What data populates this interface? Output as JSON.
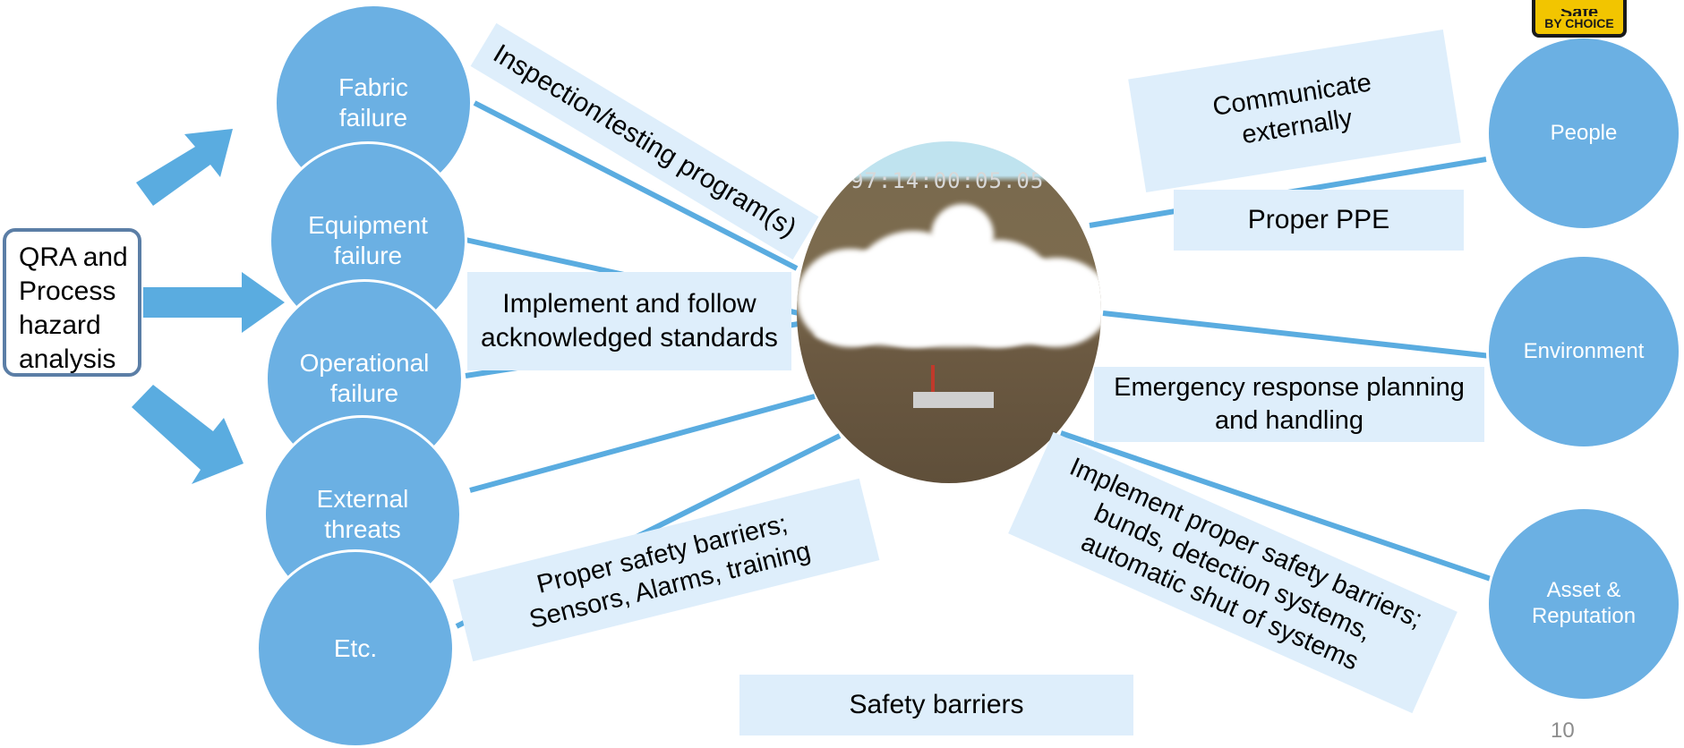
{
  "qra_box": {
    "text": "QRA and\nProcess\nhazard\nanalysis"
  },
  "causes": [
    {
      "id": "fabric",
      "label": "Fabric\nfailure"
    },
    {
      "id": "equipment",
      "label": "Equipment\nfailure"
    },
    {
      "id": "operational",
      "label": "Operational\nfailure"
    },
    {
      "id": "external",
      "label": "External\nthreats"
    },
    {
      "id": "etc",
      "label": "Etc."
    }
  ],
  "outcomes": [
    {
      "id": "people",
      "label": "People"
    },
    {
      "id": "environment",
      "label": "Environment"
    },
    {
      "id": "asset",
      "label": "Asset &\nReputation"
    }
  ],
  "barriers": {
    "inspection": "Inspection/testing program(s)",
    "standards": "Implement and follow\nacknowledged standards",
    "sensors": "Proper safety barriers;\nSensors, Alarms, training",
    "communicate": "Communicate\nexternally",
    "ppe": "Proper  PPE",
    "emergency": "Emergency response planning\nand handling",
    "implement_barriers": "Implement proper safety barriers;\nbunds, detection systems,\nautomatic shut of systems",
    "safety_barriers": "Safety barriers"
  },
  "center_photo": {
    "timestamp": "97:14:00:05.05",
    "icon": "gas-release-photo"
  },
  "logo": {
    "word": "Safe",
    "sub": "BY CHOICE"
  },
  "page_number": "10",
  "colors": {
    "circle_fill": "#6bb0e3",
    "box_fill": "#deeefb",
    "arrow": "#5aace0",
    "qra_border": "#5b7ea6"
  }
}
